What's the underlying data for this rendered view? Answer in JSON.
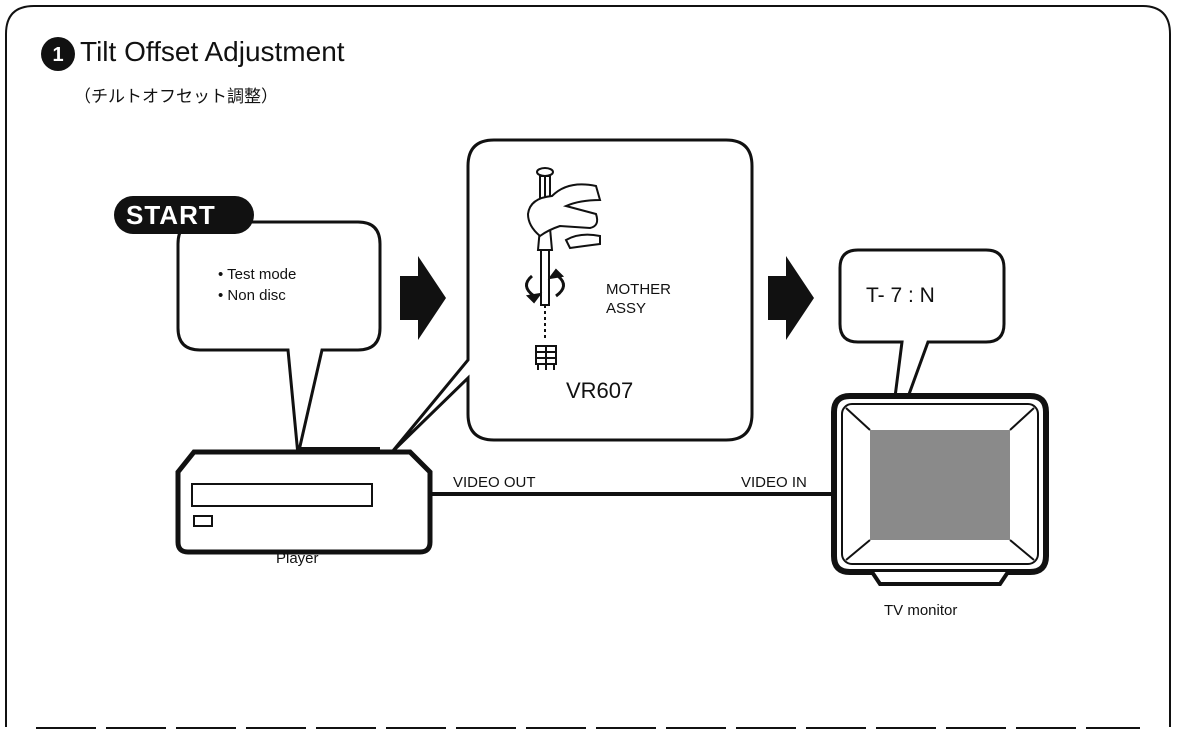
{
  "header": {
    "step_number": "1",
    "title": "Tilt Offset Adjustment",
    "subtitle": "（チルトオフセット調整）"
  },
  "start_box": {
    "badge": "START",
    "conditions": [
      "• Test mode",
      "• Non disc"
    ]
  },
  "adjust_box": {
    "board": "MOTHER\nASSY",
    "board_line1": "MOTHER",
    "board_line2": "ASSY",
    "control": "VR607"
  },
  "monitor_box": {
    "osd_text": "T- 7 : N"
  },
  "connections": {
    "out_label": "VIDEO OUT",
    "in_label": "VIDEO IN"
  },
  "devices": {
    "player_label": "Player",
    "tv_label": "TV monitor"
  },
  "colors": {
    "ink": "#111111",
    "screen_noise": "#8a8a8a"
  },
  "icons": [
    "screwdriver-icon",
    "hand-icon",
    "rotate-arrows-icon",
    "potentiometer-icon",
    "step-arrow-icon"
  ]
}
